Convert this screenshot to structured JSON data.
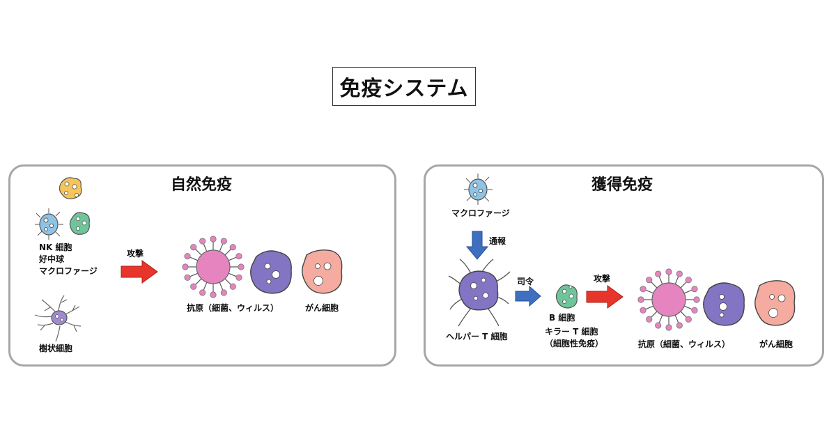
{
  "title": "免疫システム",
  "innate": {
    "title": "自然免疫",
    "cells_label": [
      "NK 細胞",
      "好中球",
      "マクロファージ"
    ],
    "dendritic_label": "樹状細胞",
    "attack_label": "攻撃",
    "antigen_label": "抗原（細菌、ウィルス）",
    "cancer_label": "がん細胞"
  },
  "acquired": {
    "title": "獲得免疫",
    "macrophage_label": "マクロファージ",
    "notify_label": "通報",
    "helper_label": "ヘルパー T 細胞",
    "command_label": "司令",
    "bcell_label": "B 細胞",
    "killer_label": [
      "キラー T 細胞",
      "（細胞性免疫）"
    ],
    "attack_label": "攻撃",
    "antigen_label": "抗原（細菌、ウィルス）",
    "cancer_label": "がん細胞"
  },
  "colors": {
    "panel_border": "#a6a6a6",
    "attack_arrow": "#e8352b",
    "notify_arrow": "#3f6fc0",
    "antigen": "#e684bf",
    "virus_purple": "#8474c4",
    "cancer_pink": "#f5aba0",
    "nk_orange": "#f5c45a",
    "neutrophil_blue": "#8ec3e6",
    "macrophage_green": "#6fc59a"
  }
}
